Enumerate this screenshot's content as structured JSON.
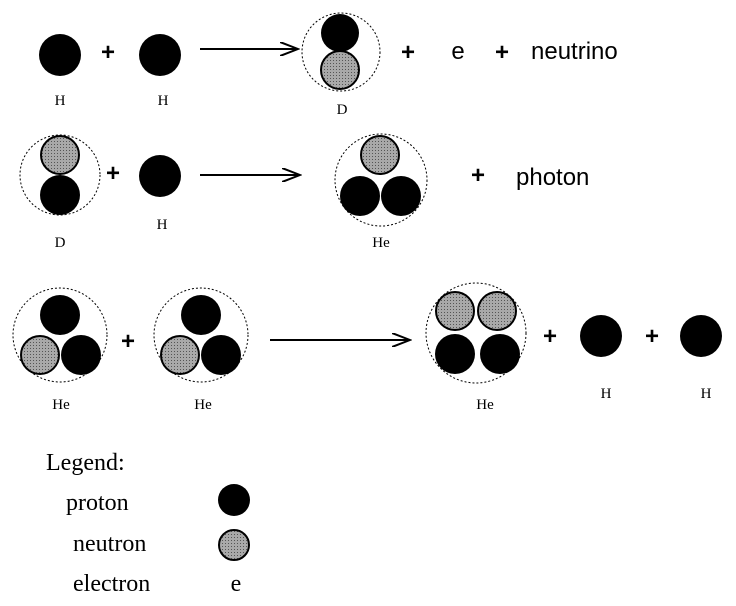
{
  "colors": {
    "proton": "#000000",
    "neutron_fill": "#a9a9a9",
    "outline": "#000000",
    "background": "#ffffff"
  },
  "reactions": [
    {
      "reactant_1": "H",
      "plus_1": "+",
      "reactant_2": "H",
      "product": "D",
      "plus_2": "+",
      "byproduct_1": "e",
      "plus_3": "+",
      "byproduct_2": "neutrino"
    },
    {
      "reactant_1": "D",
      "plus_1": "+",
      "reactant_2": "H",
      "product": "He",
      "plus_2": "+",
      "byproduct_1": "photon"
    },
    {
      "reactant_1": "He",
      "plus_1": "+",
      "reactant_2": "He",
      "product": "He",
      "plus_2": "+",
      "byproduct_1": "H",
      "plus_3": "+",
      "byproduct_2": "H"
    }
  ],
  "legend": {
    "title": "Legend:",
    "proton_label": "proton",
    "neutron_label": "neutron",
    "electron_label": "electron",
    "electron_symbol": "e"
  }
}
